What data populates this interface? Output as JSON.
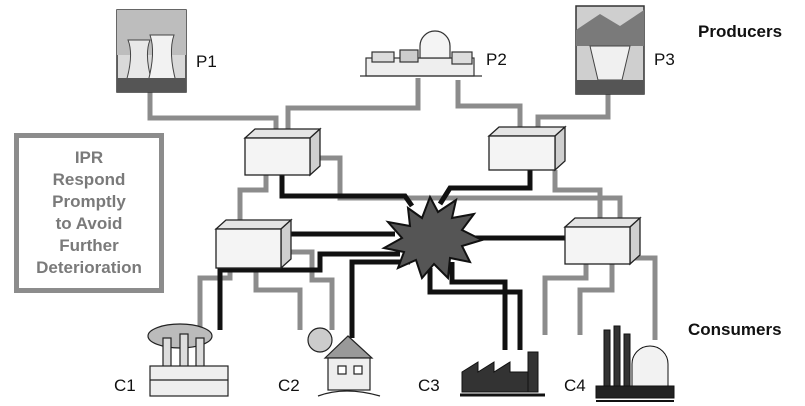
{
  "labels": {
    "producers": "Producers",
    "consumers": "Consumers"
  },
  "producers": [
    {
      "id": "P1",
      "icon": "cooling-tower-plant-icon"
    },
    {
      "id": "P2",
      "icon": "nuclear-plant-icon"
    },
    {
      "id": "P3",
      "icon": "hydro-dam-icon"
    }
  ],
  "consumers": [
    {
      "id": "C1",
      "icon": "factory-smokestacks-icon"
    },
    {
      "id": "C2",
      "icon": "house-icon"
    },
    {
      "id": "C3",
      "icon": "industrial-plant-icon"
    },
    {
      "id": "C4",
      "icon": "refinery-icon"
    }
  ],
  "ipr_box": {
    "lines": [
      "IPR",
      "Respond",
      "Promptly",
      "to Avoid",
      "Further",
      "Deterioration"
    ]
  },
  "colors": {
    "healthy_link": "#8c8c8c",
    "failed_link": "#111111",
    "node_fill": "#f4f4f4",
    "outage_fill": "#555555"
  }
}
